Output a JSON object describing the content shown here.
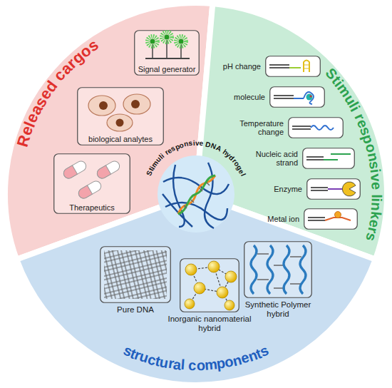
{
  "diagram": {
    "nodes": [
      {
        "text": [
          "Stimuli responsive DNA hydrogel"
        ]
      },
      {
        "text": [
          "Released cargos"
        ]
      },
      {
        "text": [
          "Signal generator"
        ],
        "in": 1
      },
      {
        "text": [
          "biological analytes"
        ],
        "in": 1
      },
      {
        "text": [
          "Therapeutics"
        ],
        "in": 1
      },
      {
        "text": [
          "Stimuli responsive linkers"
        ]
      },
      {
        "text": [
          "pH change"
        ],
        "in": 5
      },
      {
        "text": [
          "molecule"
        ],
        "in": 5
      },
      {
        "text": [
          "Temperature change"
        ],
        "in": 5
      },
      {
        "text": [
          "Nucleic acid strand"
        ],
        "in": 5
      },
      {
        "text": [
          "Enzyme"
        ],
        "in": 5
      },
      {
        "text": [
          "Metal ion"
        ],
        "in": 5
      },
      {
        "text": [
          "structural components"
        ]
      },
      {
        "text": [
          "Pure DNA"
        ],
        "in": 12
      },
      {
        "text": [
          "Inorganic nanomaterial hybrid"
        ],
        "in": 12
      },
      {
        "text": [
          "Synthetic Polymer hybrid"
        ],
        "in": 12
      }
    ]
  }
}
